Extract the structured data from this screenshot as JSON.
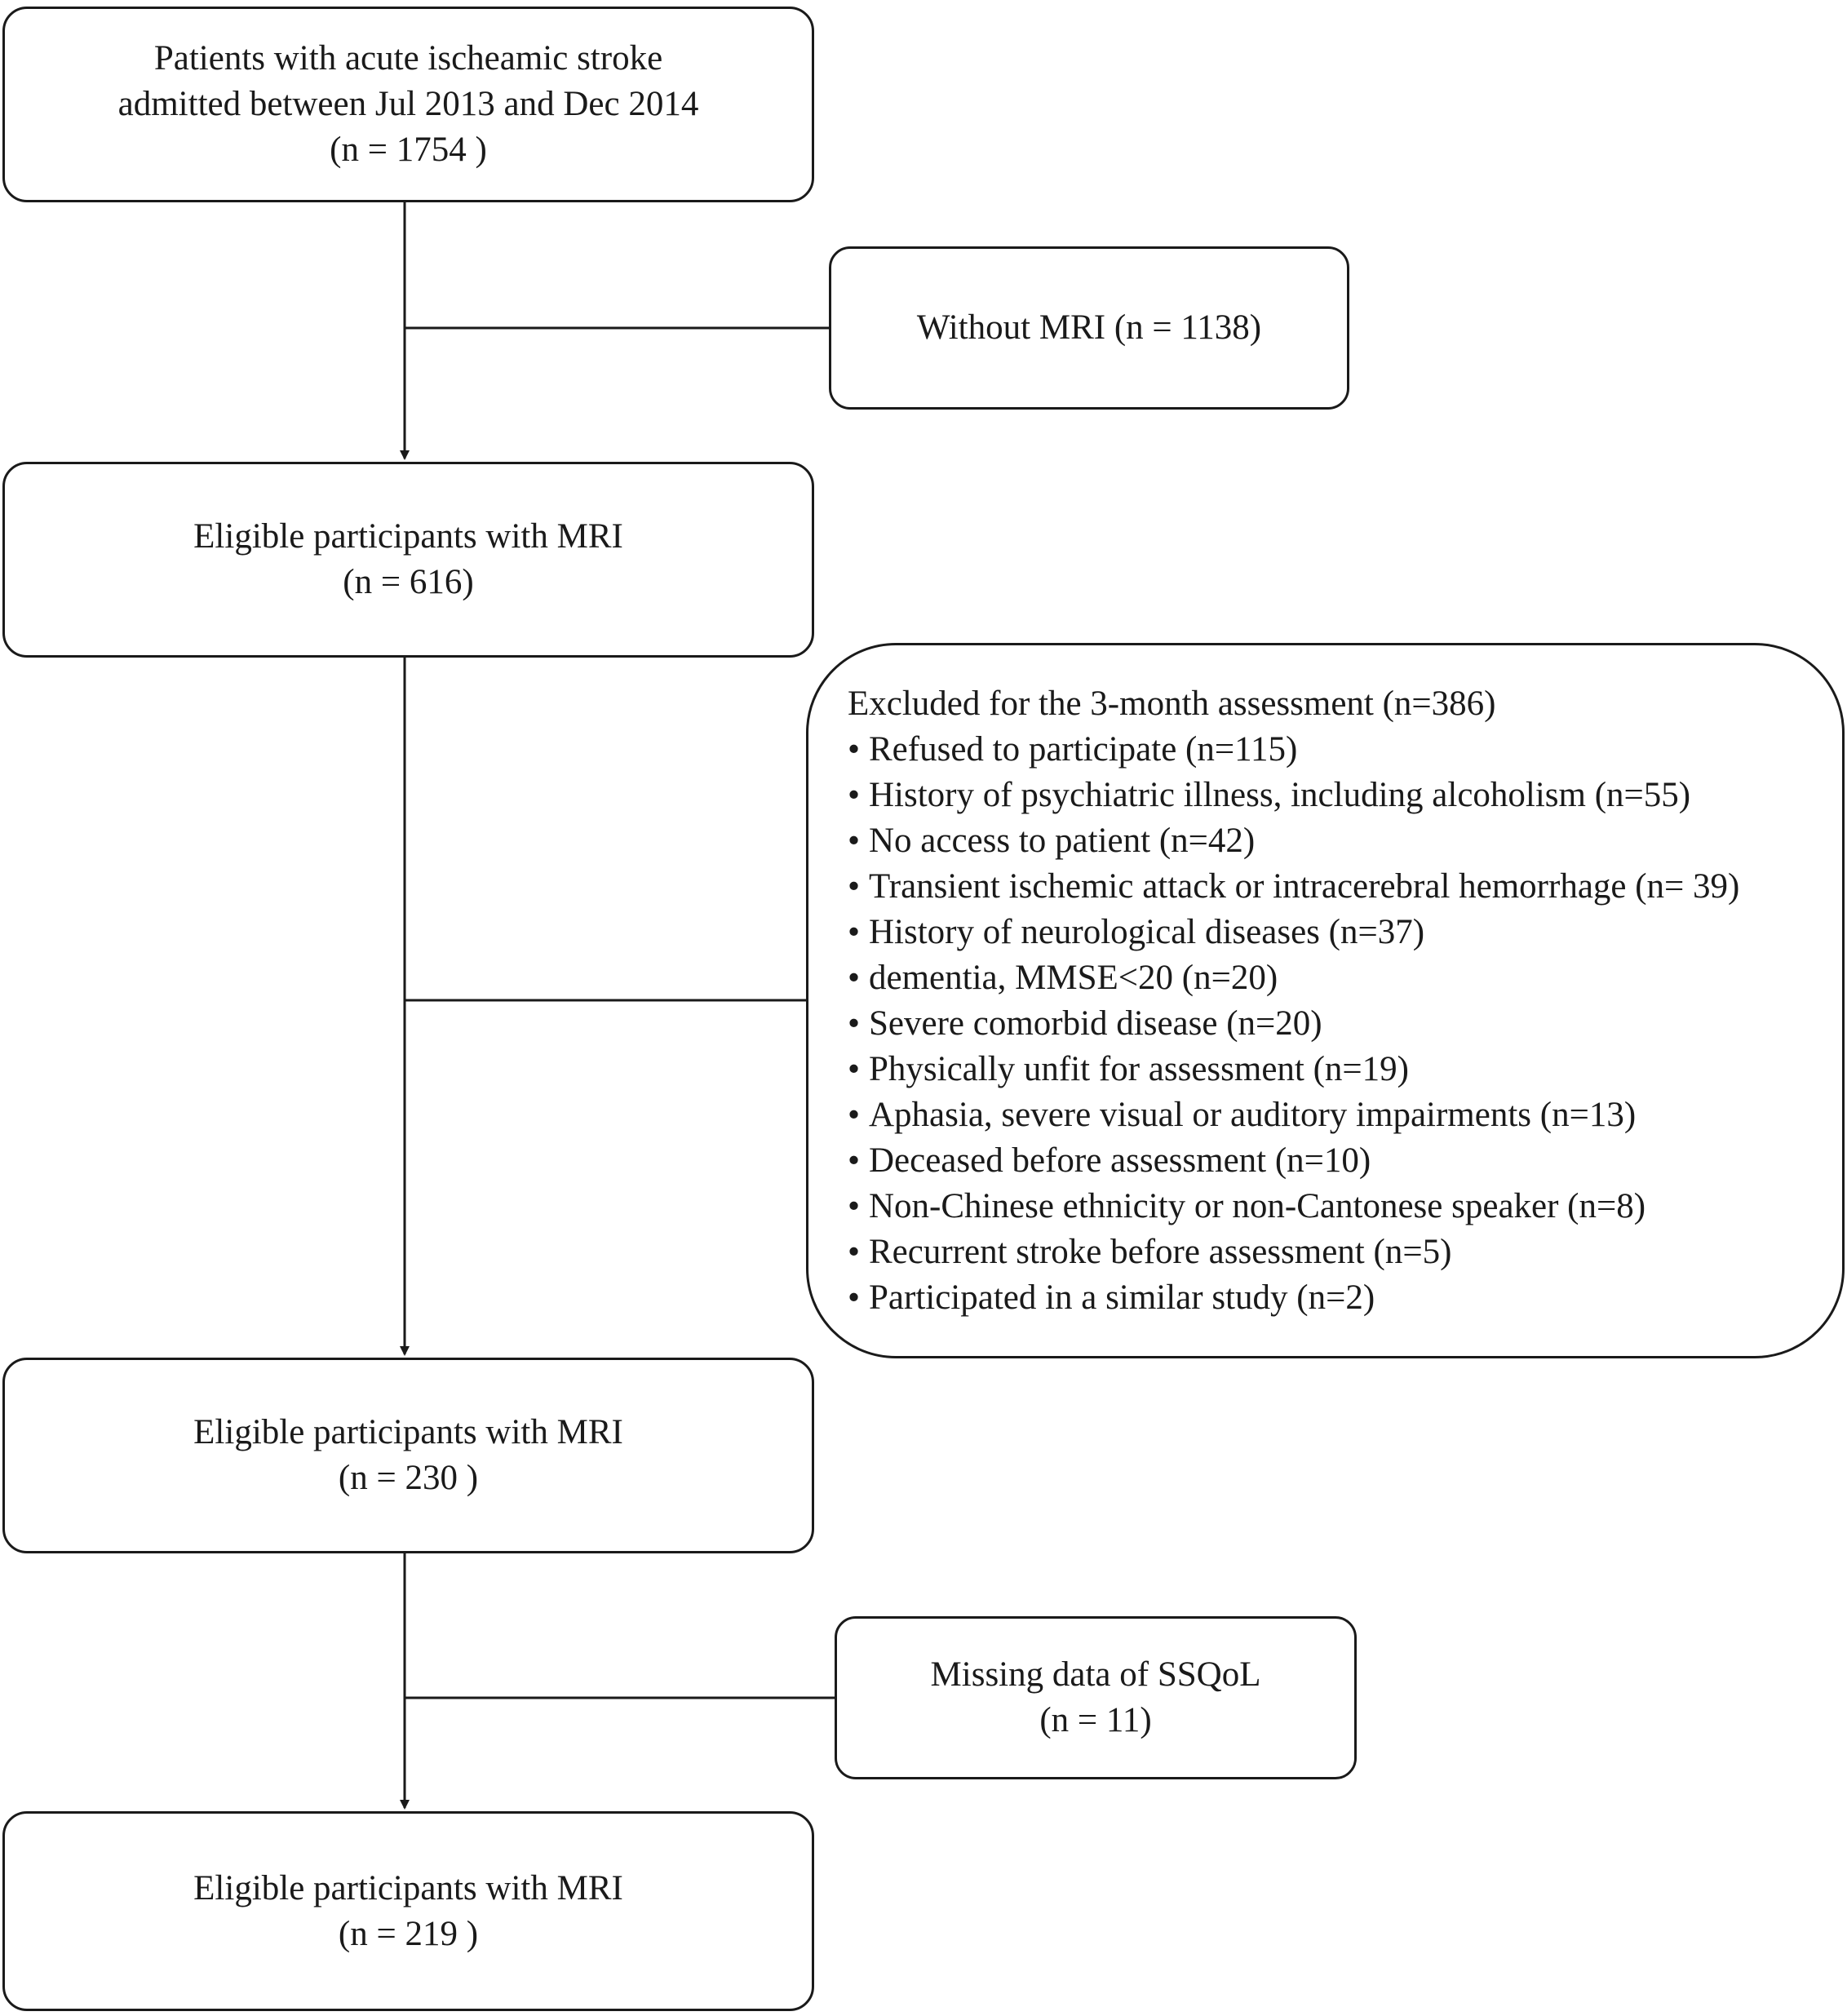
{
  "boxes": {
    "admitted": {
      "lines": [
        "Patients with acute ischeamic stroke",
        "admitted between Jul 2013 and Dec 2014",
        "(n = 1754 )"
      ]
    },
    "without_mri": {
      "lines": [
        "Without MRI (n = 1138)"
      ]
    },
    "eligible_616": {
      "lines": [
        "Eligible participants with MRI",
        "(n = 616)"
      ]
    },
    "excluded": {
      "heading": "Excluded for the 3-month assessment (n=386)",
      "items": [
        "Refused to participate (n=115)",
        "History of psychiatric illness, including alcoholism (n=55)",
        "No access to patient (n=42)",
        "Transient ischemic attack or intracerebral hemorrhage (n= 39)",
        "History of neurological diseases (n=37)",
        "dementia, MMSE<20 (n=20)",
        "Severe comorbid disease (n=20)",
        "Physically unfit for assessment (n=19)",
        "Aphasia, severe visual or auditory impairments (n=13)",
        "Deceased before assessment (n=10)",
        "Non-Chinese ethnicity or non-Cantonese speaker (n=8)",
        "Recurrent stroke before assessment (n=5)",
        "Participated in a similar study (n=2)"
      ]
    },
    "eligible_230": {
      "lines": [
        "Eligible participants with MRI",
        "(n = 230 )"
      ]
    },
    "missing_ssqol": {
      "lines": [
        "Missing data of SSQoL",
        "(n = 11)"
      ]
    },
    "eligible_219": {
      "lines": [
        "Eligible participants with MRI",
        "(n = 219 )"
      ]
    }
  },
  "colors": {
    "stroke": "#1a1a1a",
    "background": "#ffffff"
  }
}
